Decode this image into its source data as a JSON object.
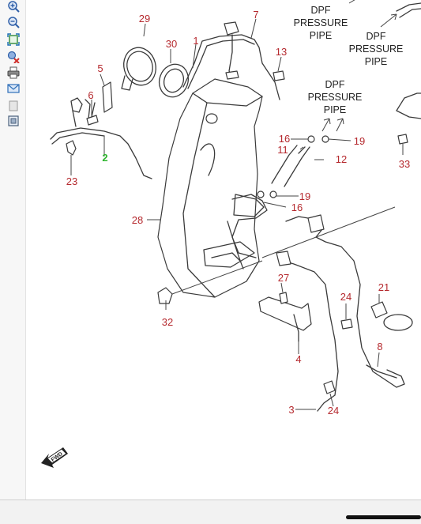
{
  "toolbar": {
    "tools": [
      {
        "icon": "zoom-in-icon"
      },
      {
        "icon": "zoom-out-icon"
      },
      {
        "icon": "fit-to-page-icon"
      },
      {
        "icon": "clear-selection-icon"
      },
      {
        "icon": "print-icon"
      },
      {
        "icon": "email-icon"
      },
      {
        "icon": "copy-icon"
      },
      {
        "icon": "parts-list-icon"
      }
    ]
  },
  "callouts": {
    "dpf_1": {
      "line1": "DPF",
      "line2": "PRESSURE",
      "line3": "PIPE"
    },
    "dpf_2": {
      "line1": "DPF",
      "line2": "PRESSURE",
      "line3": "PIPE"
    },
    "dpf_3": {
      "line1": "DPF",
      "line2": "PRESSURE",
      "line3": "PIPE"
    }
  },
  "parts": {
    "p2": "2",
    "p3": "3",
    "p4": "4",
    "p5": "5",
    "p6": "6",
    "p7": "7",
    "p8": "8",
    "p11": "11",
    "p12": "12",
    "p13": "13",
    "p16a": "16",
    "p16b": "16",
    "p19a": "19",
    "p19b": "19",
    "p21": "21",
    "p23": "23",
    "p24a": "24",
    "p24b": "24",
    "p27": "27",
    "p28": "28",
    "p29": "29",
    "p30": "30",
    "p1": "1",
    "p32": "32",
    "p33": "33"
  },
  "highlighted_part": "2",
  "fwd_label": "FWD",
  "colors": {
    "part_number": "#b5292e",
    "highlight": "#2fb52f",
    "line": "#3a3a3a",
    "toolbar_bg": "#f7f7f7"
  }
}
